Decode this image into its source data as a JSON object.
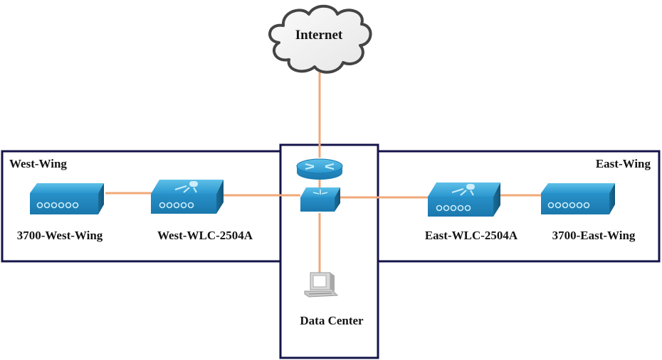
{
  "colors": {
    "link": "#f0a878",
    "border": "#14144a",
    "device_blue": "#2a96cf",
    "device_blue_dark": "#16668f",
    "device_blue_light": "#5ec0e8",
    "cloud_fill": "#f4f4f4",
    "cloud_stroke": "#444444"
  },
  "cloud": {
    "label": "Internet",
    "icon": "cloud-icon"
  },
  "regions": {
    "west": {
      "title": "West-Wing"
    },
    "east": {
      "title": "East-Wing"
    },
    "center": {
      "title": ""
    }
  },
  "devices": {
    "router": {
      "icon": "router-icon",
      "label": ""
    },
    "core_switch": {
      "icon": "multilayer-switch-icon",
      "label": ""
    },
    "west_ap": {
      "icon": "access-point-icon",
      "label": "3700-West-Wing"
    },
    "west_wlc": {
      "icon": "wireless-lan-controller-icon",
      "label": "West-WLC-2504A"
    },
    "east_wlc": {
      "icon": "wireless-lan-controller-icon",
      "label": "East-WLC-2504A"
    },
    "east_ap": {
      "icon": "access-point-icon",
      "label": "3700-East-Wing"
    },
    "data_center": {
      "icon": "workstation-icon",
      "label": "Data Center"
    }
  },
  "links": [
    {
      "from": "cloud",
      "to": "router"
    },
    {
      "from": "router",
      "to": "core_switch"
    },
    {
      "from": "west_ap",
      "to": "west_wlc"
    },
    {
      "from": "west_wlc",
      "to": "core_switch"
    },
    {
      "from": "core_switch",
      "to": "east_wlc"
    },
    {
      "from": "east_wlc",
      "to": "east_ap"
    },
    {
      "from": "core_switch",
      "to": "data_center"
    }
  ]
}
